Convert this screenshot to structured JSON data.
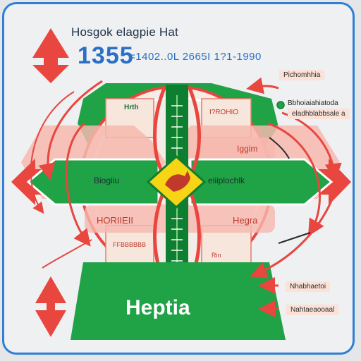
{
  "header": {
    "title": "Hosgok elagpie Hat",
    "big_number": "1355",
    "number_tail": "=1402..0L 2665I 1?1-1990"
  },
  "quadrants": {
    "top_left": "Hrth",
    "top_right": "I?ROHIO",
    "mid_right": "Iggim",
    "lower_left": "HORIIEII",
    "lower_right": "Hegra",
    "bottom_left": "FFBBBBBB",
    "bottom_right": "Rin"
  },
  "arrows": {
    "left_label": "Biogiiu",
    "right_label": "eiiiplochlk"
  },
  "callouts": {
    "top_1": "Pichomhhia",
    "top_2": "Bbhoiaiahiatoda",
    "top_3": "eladhblabbsale a",
    "bottom_1": "Nhabhaetoi",
    "bottom_2": "Nahtaeaooaal"
  },
  "bottom_banner": "Heptia",
  "colors": {
    "red": "#e8463f",
    "green": "#20a246",
    "dark_green": "#0e7e30",
    "yellow": "#f7d515",
    "blue_frame": "#2f7fd6",
    "pink_fill": "#f6b8ae",
    "circle_fill": "#f4ece6"
  }
}
